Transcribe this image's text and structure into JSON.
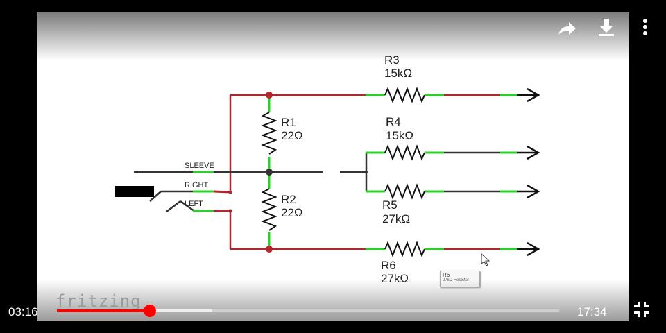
{
  "player": {
    "current_time": "03:16",
    "duration": "17:34",
    "progress": 0.185,
    "buffered": 0.31,
    "accent_color": "#ff0000",
    "watermark": "fritzing"
  },
  "top_controls": {
    "share_icon": "share-icon",
    "download_icon": "download-icon",
    "more_icon": "more-vert-icon"
  },
  "exit_fullscreen_icon": "exit-fullscreen-icon",
  "schematic": {
    "r3_name": "R3",
    "r3_value": "15kΩ",
    "r4_name": "R4",
    "r4_value": "15kΩ",
    "r5_name": "R5",
    "r5_value": "27kΩ",
    "r6_name": "R6",
    "r6_value": "27kΩ",
    "r1_name": "R1",
    "r1_value": "22Ω",
    "r2_name": "R2",
    "r2_value": "22Ω",
    "jack_sleeve": "SLEEVE",
    "jack_right": "RIGHT",
    "jack_left": "LEFT"
  },
  "tooltip": {
    "title": "R6",
    "subtitle": "27kΩ Resistor"
  }
}
